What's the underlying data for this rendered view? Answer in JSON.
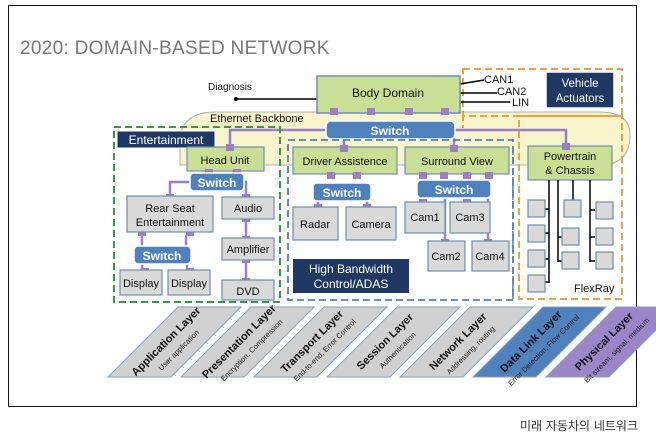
{
  "title": "2020: DOMAIN-BASED NETWORK",
  "caption": "미래 자동차의 네트워크",
  "colors": {
    "domain_green": "#c9df95",
    "domain_border": "#6e8fb0",
    "switch_blue": "#4f81bd",
    "device_gray": "#d9d9d9",
    "connector_purple": "#9b7fc4",
    "badge_navy": "#1f3864",
    "backbone_yellow": "#f8f4cc",
    "entertainment_dash": "#2ea043",
    "adas_dash": "#4f81bd",
    "vehicle_dash": "#f0a040",
    "layer_gray": "#d0d0d0",
    "datalink_blue": "#4f81bd",
    "physical_purple": "#9b86c9"
  },
  "diagnosis_label": "Diagnosis",
  "body_domain": "Body Domain",
  "bus_labels": [
    "CAN1",
    "CAN2",
    "LIN"
  ],
  "backbone_label": "Ethernet Backbone",
  "switch_label": "Switch",
  "zones": {
    "entertainment": "Entertainment",
    "adas_line1": "High Bandwidth",
    "adas_line2": "Control/ADAS",
    "vehicle_line1": "Vehicle",
    "vehicle_line2": "Actuators",
    "flexray": "FlexRay"
  },
  "entertainment": {
    "head_unit": "Head Unit",
    "rear_seat_line1": "Rear Seat",
    "rear_seat_line2": "Entertainment",
    "audio": "Audio",
    "amplifier": "Amplifier",
    "dvd": "DVD",
    "display_1": "Display",
    "display_2": "Display"
  },
  "adas": {
    "driver_assist": "Driver Assistence",
    "radar": "Radar",
    "camera": "Camera",
    "surround_view": "Surround View",
    "cams": [
      "Cam1",
      "Cam3",
      "Cam2",
      "Cam4"
    ]
  },
  "powertrain_line1": "Powertrain",
  "powertrain_line2": "& Chassis",
  "osi_layers": [
    {
      "name": "Application Layer",
      "desc": "User application"
    },
    {
      "name": "Presentation Layer",
      "desc": "Encryption, Compression"
    },
    {
      "name": "Transport Layer",
      "desc": "End-to-end, Error Control"
    },
    {
      "name": "Session Layer",
      "desc": "Authentication"
    },
    {
      "name": "Network Layer",
      "desc": "Addressing, routing"
    },
    {
      "name": "Data Link Layer",
      "desc": "Error Detection, Flow Control"
    },
    {
      "name": "Physical Layer",
      "desc": "Bit stream, signal, medium"
    }
  ]
}
